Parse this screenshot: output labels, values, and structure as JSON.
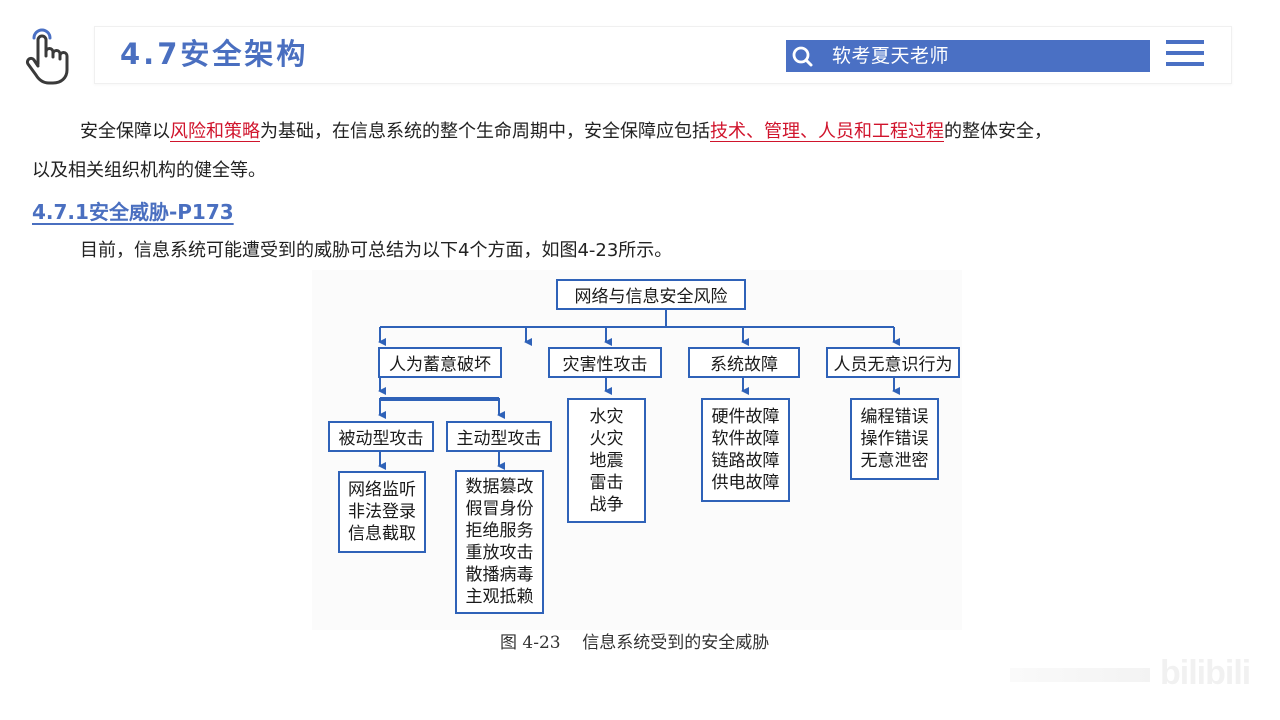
{
  "header": {
    "icon": "hand-pointer-icon",
    "title": "4.7安全架构",
    "search": {
      "icon": "search-icon",
      "text": "软考夏天老师"
    },
    "menu_icon": "hamburger-menu-icon"
  },
  "content": {
    "paragraph1": {
      "prefix": "安全保障以",
      "highlight1": "风险和策略",
      "middle": "为基础，在信息系统的整个生命周期中，安全保障应包括",
      "highlight2": "技术、管理、人员和工程过程",
      "suffix": "的整体安全，"
    },
    "paragraph2": "以及相关组织机构的健全等。",
    "subheading": "4.7.1安全威胁-P173",
    "paragraph3": "目前，信息系统可能遭受到的威胁可总结为以下4个方面，如图4-23所示。"
  },
  "diagram": {
    "root": "网络与信息安全风险",
    "categories": [
      {
        "label": "人为蓄意破坏"
      },
      {
        "label": "灾害性攻击",
        "items": [
          "水灾",
          "火灾",
          "地震",
          "雷击",
          "战争"
        ]
      },
      {
        "label": "系统故障",
        "items": [
          "硬件故障",
          "软件故障",
          "链路故障",
          "供电故障"
        ]
      },
      {
        "label": "人员无意识行为",
        "items": [
          "编程错误",
          "操作错误",
          "无意泄密"
        ]
      }
    ],
    "subcategories": [
      {
        "label": "被动型攻击",
        "items": [
          "网络监听",
          "非法登录",
          "信息截取"
        ]
      },
      {
        "label": "主动型攻击",
        "items": [
          "数据篡改",
          "假冒身份",
          "拒绝服务",
          "重放攻击",
          "散播病毒",
          "主观抵赖"
        ]
      }
    ],
    "caption": "图 4-23    信息系统受到的安全威胁"
  },
  "colors": {
    "accent": "#4a70c4",
    "highlight": "#d0142c",
    "diagram_line": "#2f62b8"
  },
  "watermark": "bilibili"
}
